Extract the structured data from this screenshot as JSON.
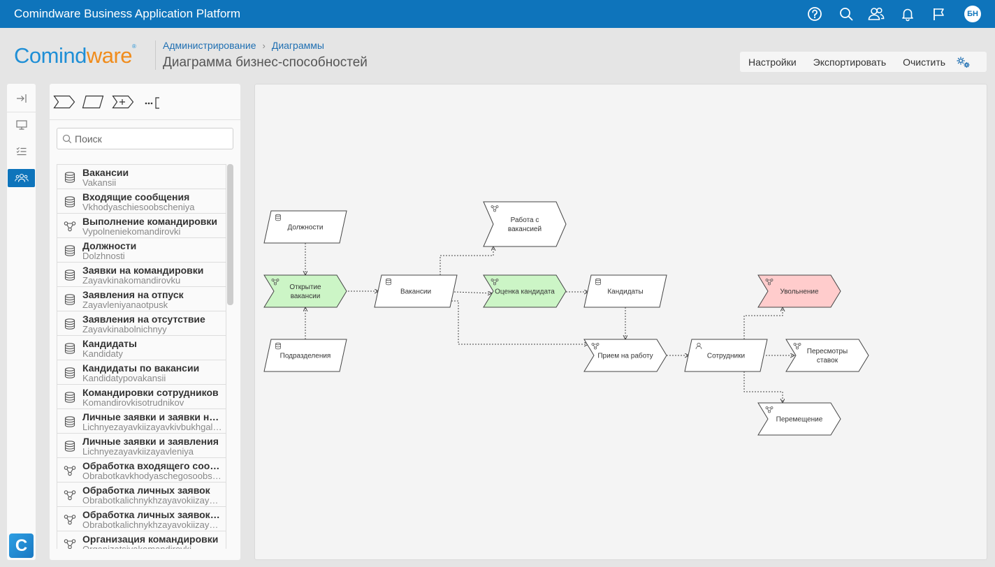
{
  "app_title": "Comindware Business Application Platform",
  "user_initials": "БН",
  "logo": {
    "part1": "Comind",
    "part2": "ware",
    "mark": "®"
  },
  "breadcrumb": {
    "items": [
      "Администрирование",
      "Диаграммы"
    ],
    "separator": "›"
  },
  "page_title": "Диаграмма бизнес-способностей",
  "actions": {
    "settings": "Настройки",
    "export": "Экспортировать",
    "clear": "Очистить"
  },
  "search": {
    "placeholder": "Поиск",
    "value": ""
  },
  "icons": {
    "topbar": [
      "help-icon",
      "search-icon",
      "users-icon",
      "bell-icon",
      "flag-icon"
    ],
    "rail": [
      "collapse-icon",
      "monitor-icon",
      "checklist-icon",
      "users-icon"
    ],
    "palette": [
      "chevron-shape-icon",
      "parallelogram-shape-icon",
      "chevron-plus-shape-icon",
      "bracket-annotation-icon"
    ]
  },
  "colors": {
    "topbar": "#0e74bb",
    "logo_blue": "#1f8fd6",
    "logo_orange": "#f08c1c",
    "node_green": "#ccf5c6",
    "node_red": "#ffcccc",
    "node_default": "#ffffff"
  },
  "list": [
    {
      "name": "Вакансии",
      "sys": "Vakansii",
      "icon": "database-icon"
    },
    {
      "name": "Входящие сообщения",
      "sys": "Vkhodyaschiesoobscheniya",
      "icon": "database-icon"
    },
    {
      "name": "Выполнение командировки",
      "sys": "Vypolneniekomandirovki",
      "icon": "process-icon"
    },
    {
      "name": "Должности",
      "sys": "Dolzhnosti",
      "icon": "database-icon"
    },
    {
      "name": "Заявки на командировки",
      "sys": "Zayavkinakomandirovku",
      "icon": "database-icon"
    },
    {
      "name": "Заявления на отпуск",
      "sys": "Zayavleniyanaotpusk",
      "icon": "database-icon"
    },
    {
      "name": "Заявления на отсутствие",
      "sys": "Zayavkinabolnichnyy",
      "icon": "database-icon"
    },
    {
      "name": "Кандидаты",
      "sys": "Kandidaty",
      "icon": "database-icon"
    },
    {
      "name": "Кандидаты по вакансии",
      "sys": "Kandidatypovakansii",
      "icon": "database-icon"
    },
    {
      "name": "Командировки сотрудников",
      "sys": "Komandirovkisotrudnikov",
      "icon": "database-icon"
    },
    {
      "name": "Личные заявки и заявки на бухгалтерию",
      "sys": "Lichnyezayavkiizayavkivbukhgalteriyu",
      "icon": "database-icon"
    },
    {
      "name": "Личные заявки и заявления",
      "sys": "Lichnyezayavkiizayavleniya",
      "icon": "database-icon"
    },
    {
      "name": "Обработка входящего сообщения",
      "sys": "Obrabotkavkhodyaschegosoobscheniya",
      "icon": "process-icon"
    },
    {
      "name": "Обработка личных заявок",
      "sys": "Obrabotkalichnykhzayavokiizayavleniy",
      "icon": "process-icon"
    },
    {
      "name": "Обработка личных заявок и заявлений",
      "sys": "Obrabotkalichnykhzayavokiizayavleniy",
      "icon": "process-icon"
    },
    {
      "name": "Организация командировки",
      "sys": "Organizatsiyakomandirovki",
      "icon": "process-icon"
    }
  ],
  "diagram": {
    "nodes": [
      {
        "id": "n-dolzhnosti",
        "label": [
          "Должности"
        ],
        "shape": "parallelogram",
        "icon": "database",
        "fill": "default"
      },
      {
        "id": "n-otkrytie",
        "label": [
          "Открытие",
          "вакансии"
        ],
        "shape": "chevron",
        "icon": "process",
        "fill": "green"
      },
      {
        "id": "n-podrazdeleniya",
        "label": [
          "Подразделения"
        ],
        "shape": "parallelogram",
        "icon": "database",
        "fill": "default"
      },
      {
        "id": "n-vakansii",
        "label": [
          "Вакансии"
        ],
        "shape": "parallelogram",
        "icon": "database",
        "fill": "default"
      },
      {
        "id": "n-rabota",
        "label": [
          "Работа с",
          "вакансией"
        ],
        "shape": "chevron",
        "icon": "process",
        "fill": "default"
      },
      {
        "id": "n-ocenka",
        "label": [
          "Оценка кандидата"
        ],
        "shape": "chevron",
        "icon": "process",
        "fill": "green"
      },
      {
        "id": "n-kandidaty",
        "label": [
          "Кандидаты"
        ],
        "shape": "parallelogram",
        "icon": "database",
        "fill": "default"
      },
      {
        "id": "n-priem",
        "label": [
          "Прием на работу"
        ],
        "shape": "chevron",
        "icon": "process",
        "fill": "default"
      },
      {
        "id": "n-sotrudniki",
        "label": [
          "Сотрудники"
        ],
        "shape": "parallelogram",
        "icon": "person",
        "fill": "default"
      },
      {
        "id": "n-uvolnenie",
        "label": [
          "Увольнение"
        ],
        "shape": "chevron",
        "icon": "process",
        "fill": "red"
      },
      {
        "id": "n-peresmotry",
        "label": [
          "Пересмотры",
          "ставок"
        ],
        "shape": "chevron",
        "icon": "process",
        "fill": "default"
      },
      {
        "id": "n-peremeshchenie",
        "label": [
          "Перемещение"
        ],
        "shape": "chevron",
        "icon": "process",
        "fill": "default"
      }
    ],
    "edges": [
      {
        "from": "n-dolzhnosti",
        "to": "n-otkrytie"
      },
      {
        "from": "n-podrazdeleniya",
        "to": "n-otkrytie"
      },
      {
        "from": "n-otkrytie",
        "to": "n-vakansii"
      },
      {
        "from": "n-vakansii",
        "to": "n-rabota"
      },
      {
        "from": "n-vakansii",
        "to": "n-ocenka"
      },
      {
        "from": "n-vakansii",
        "to": "n-priem"
      },
      {
        "from": "n-ocenka",
        "to": "n-kandidaty"
      },
      {
        "from": "n-kandidaty",
        "to": "n-priem"
      },
      {
        "from": "n-priem",
        "to": "n-sotrudniki"
      },
      {
        "from": "n-sotrudniki",
        "to": "n-uvolnenie"
      },
      {
        "from": "n-sotrudniki",
        "to": "n-peresmotry"
      },
      {
        "from": "n-sotrudniki",
        "to": "n-peremeshchenie"
      }
    ]
  }
}
